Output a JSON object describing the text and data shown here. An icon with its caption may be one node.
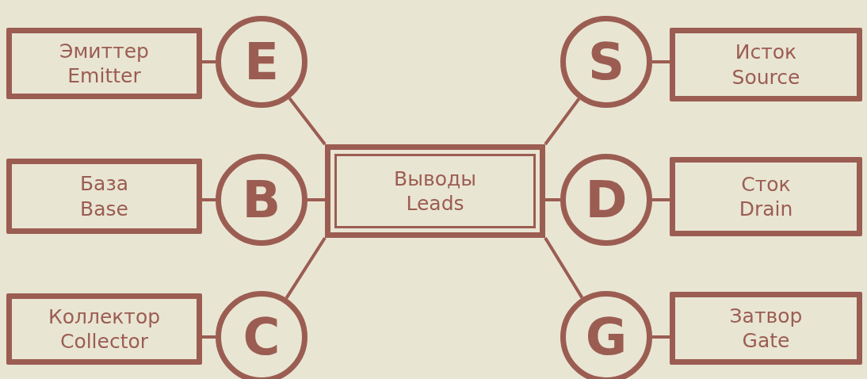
{
  "diagram": {
    "nodes": [
      {
        "text": [
          "Эмиттер",
          "Emitter"
        ]
      },
      {
        "text": [
          "E"
        ]
      },
      {
        "text": [
          "S"
        ]
      },
      {
        "text": [
          "Исток",
          "Source"
        ]
      },
      {
        "text": [
          "База",
          "Base"
        ]
      },
      {
        "text": [
          "B"
        ]
      },
      {
        "text": [
          "Выводы",
          "Leads"
        ]
      },
      {
        "text": [
          "D"
        ]
      },
      {
        "text": [
          "Сток",
          "Drain"
        ]
      },
      {
        "text": [
          "Коллектор",
          "Collector"
        ]
      },
      {
        "text": [
          "C"
        ]
      },
      {
        "text": [
          "G"
        ]
      },
      {
        "text": [
          "Затвор",
          "Gate"
        ]
      }
    ],
    "edges": [
      {
        "from": 0,
        "to": 1,
        "arrow": "none"
      },
      {
        "from": 1,
        "to": 6,
        "arrow": "none"
      },
      {
        "from": 2,
        "to": 6,
        "arrow": "none"
      },
      {
        "from": 2,
        "to": 3,
        "arrow": "none"
      },
      {
        "from": 4,
        "to": 5,
        "arrow": "none"
      },
      {
        "from": 5,
        "to": 6,
        "arrow": "none"
      },
      {
        "from": 6,
        "to": 7,
        "arrow": "none"
      },
      {
        "from": 7,
        "to": 8,
        "arrow": "none"
      },
      {
        "from": 9,
        "to": 10,
        "arrow": "none"
      },
      {
        "from": 10,
        "to": 6,
        "arrow": "none"
      },
      {
        "from": 6,
        "to": 11,
        "arrow": "none"
      },
      {
        "from": 11,
        "to": 12,
        "arrow": "none"
      }
    ]
  }
}
